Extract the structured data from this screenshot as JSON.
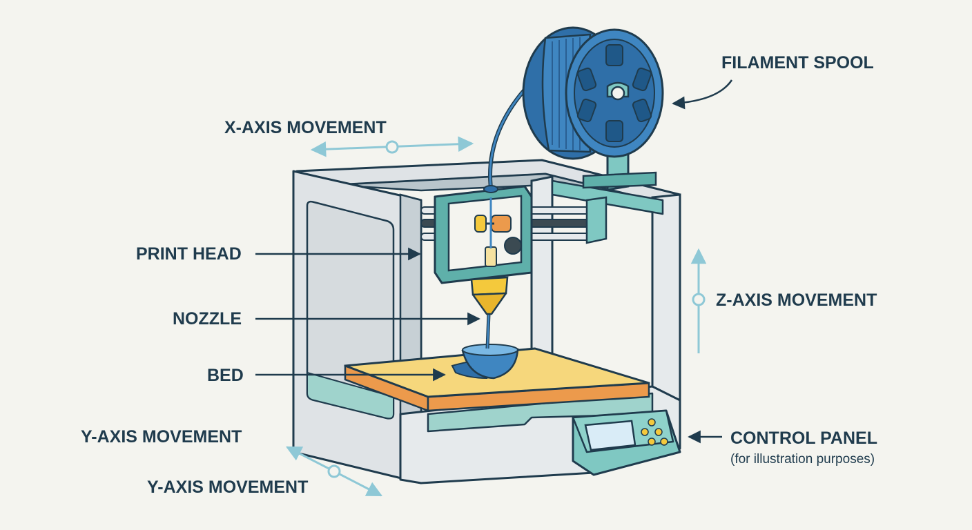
{
  "labels": {
    "filament_spool": "FILAMENT SPOOL",
    "x_axis": "X-AXIS MOVEMENT",
    "print_head": "PRINT HEAD",
    "nozzle": "NOZZLE",
    "bed": "BED",
    "z_axis": "Z-AXIS MOVEMENT",
    "control_panel": "CONTROL PANEL",
    "control_panel_note": "(for illustration purposes)",
    "y_axis_top": "Y-AXIS MOVEMENT",
    "y_axis_bottom": "Y-AXIS MOVEMENT"
  },
  "colors": {
    "background": "#f4f4ef",
    "frame": "#dfe3e6",
    "outline": "#1f3b4d",
    "teal": "#7fc8c2",
    "blue": "#3f86c1",
    "bed_top": "#f6d77c",
    "bed_edge": "#ec9a4c",
    "axis_arrow": "#8ec8d6",
    "nozzle": "#f4c93c"
  },
  "icons": {
    "spool": "filament-spool-icon",
    "print_head": "print-head-icon",
    "nozzle": "nozzle-icon",
    "printed_object": "bowl-print-icon",
    "control_panel": "control-panel-icon"
  }
}
